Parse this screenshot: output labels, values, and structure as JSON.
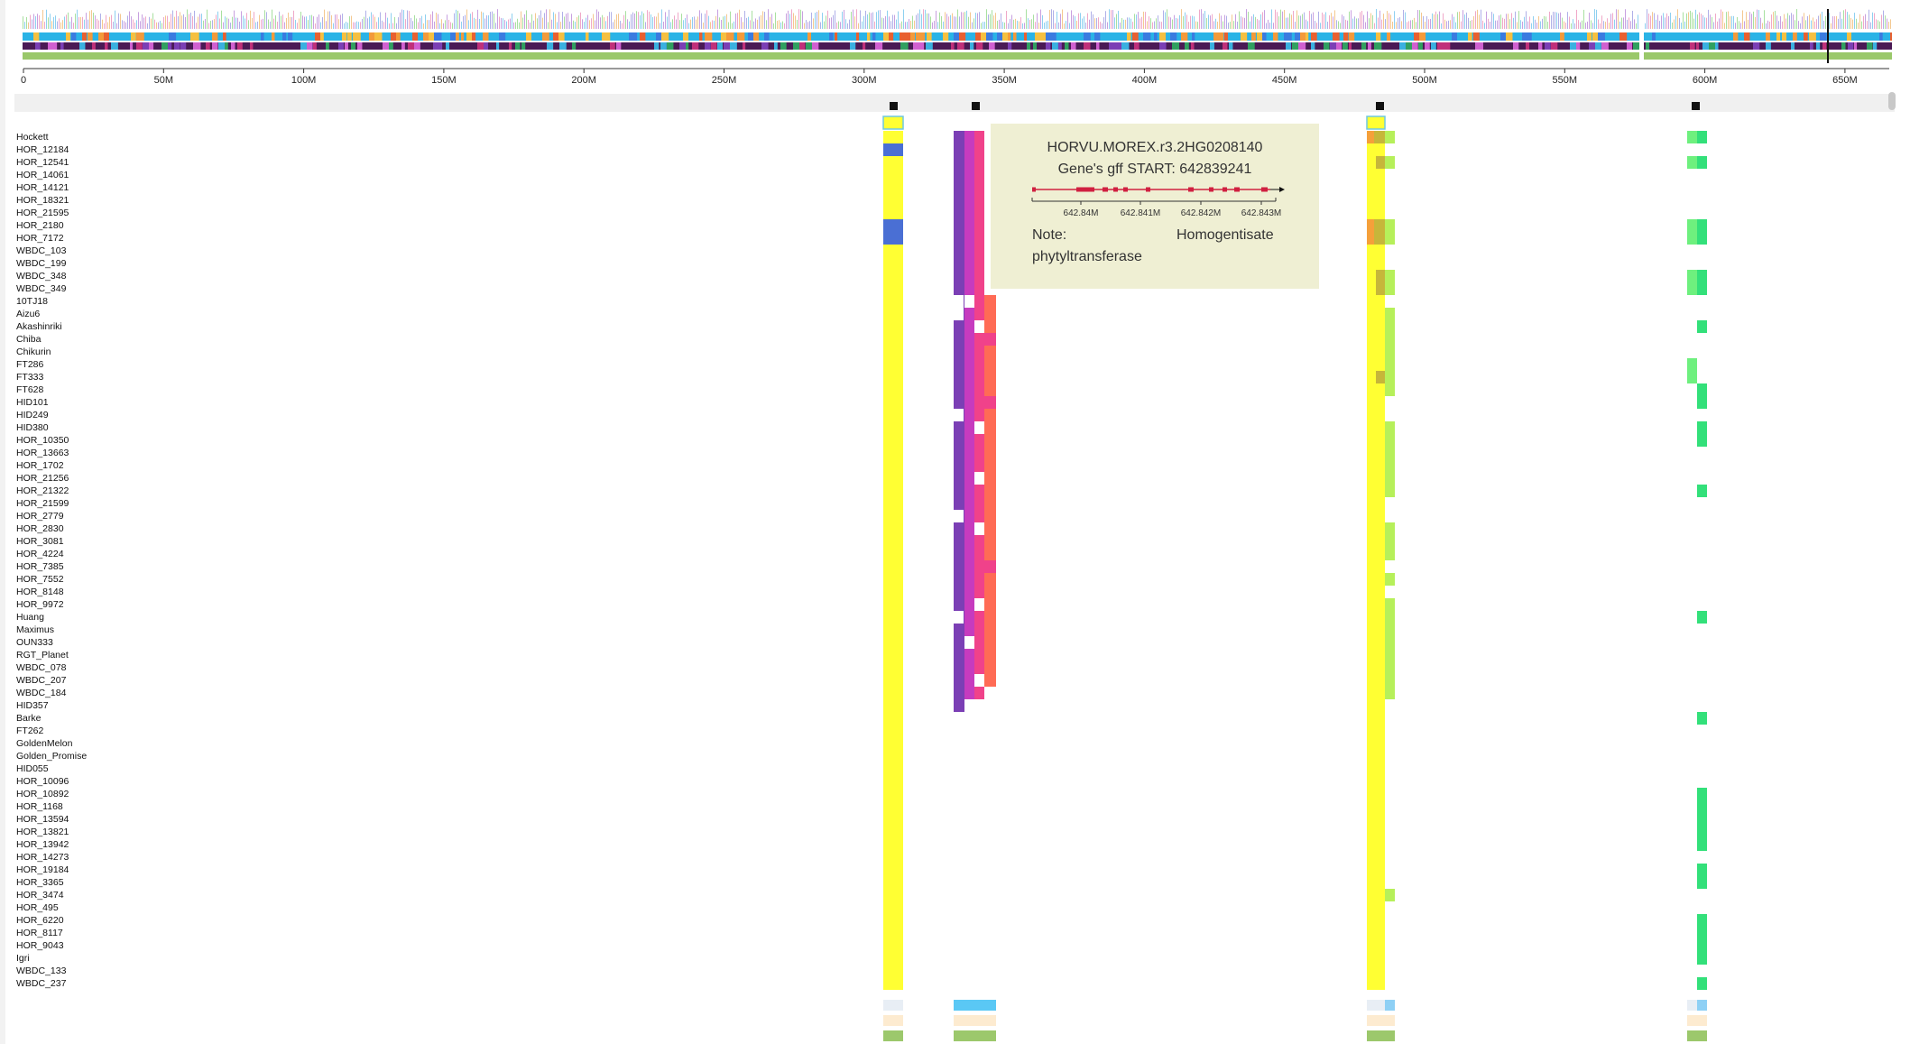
{
  "axis": {
    "ticks": [
      "0",
      "50M",
      "100M",
      "150M",
      "200M",
      "250M",
      "300M",
      "350M",
      "400M",
      "450M",
      "500M",
      "550M",
      "600M",
      "650M"
    ]
  },
  "samples": [
    "Hockett",
    "HOR_12184",
    "HOR_12541",
    "HOR_14061",
    "HOR_14121",
    "HOR_18321",
    "HOR_21595",
    "HOR_2180",
    "HOR_7172",
    "WBDC_103",
    "WBDC_199",
    "WBDC_348",
    "WBDC_349",
    "10TJ18",
    "Aizu6",
    "Akashinriki",
    "Chiba",
    "Chikurin",
    "FT286",
    "FT333",
    "FT628",
    "HID101",
    "HID249",
    "HID380",
    "HOR_10350",
    "HOR_13663",
    "HOR_1702",
    "HOR_21256",
    "HOR_21322",
    "HOR_21599",
    "HOR_2779",
    "HOR_2830",
    "HOR_3081",
    "HOR_4224",
    "HOR_7385",
    "HOR_7552",
    "HOR_8148",
    "HOR_9972",
    "Huang",
    "Maximus",
    "OUN333",
    "RGT_Planet",
    "WBDC_078",
    "WBDC_207",
    "WBDC_184",
    "HID357",
    "Barke",
    "FT262",
    "GoldenMelon",
    "Golden_Promise",
    "HID055",
    "HOR_10096",
    "HOR_10892",
    "HOR_1168",
    "HOR_13594",
    "HOR_13821",
    "HOR_13942",
    "HOR_14273",
    "HOR_19184",
    "HOR_3365",
    "HOR_3474",
    "HOR_495",
    "HOR_6220",
    "HOR_8117",
    "HOR_9043",
    "Igri",
    "WBDC_133",
    "WBDC_237"
  ],
  "tooltip": {
    "gene_id": "HORVU.MOREX.r3.2HG0208140",
    "start_text": "Gene's gff START: 642839241",
    "note_label": "Note:",
    "note_text": "Homogentisate",
    "note_text2": "phytyltransferase",
    "axis_ticks": [
      "642.84M",
      "642.841M",
      "642.842M",
      "642.843M"
    ]
  },
  "colors": {
    "yellow": "#ffff33",
    "blue": "#4a6fd4",
    "purple": "#7b3fb5",
    "magenta": "#c63bbf",
    "pink": "#f0428a",
    "salmon": "#ff6b55",
    "lime": "#b6f05a",
    "green": "#33e07a",
    "orange": "#f5a03a",
    "olive": "#c6b63a",
    "gene_red": "#d02040",
    "tooltip_bg": "#efefd3"
  }
}
